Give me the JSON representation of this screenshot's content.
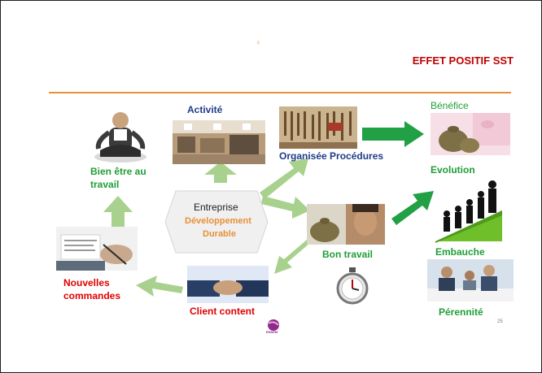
{
  "slide": {
    "title": "EFFET POSITIF SST",
    "top_mark": "c",
    "page_number": "25",
    "logo_text": "ENSEM"
  },
  "center": {
    "line1": "Entreprise",
    "line2": "Développement",
    "line3": "Durable"
  },
  "nodes": {
    "activite": "Activité",
    "organisee": "Organisée Procédures",
    "benefice": "Bénéfice",
    "evolution": "Evolution",
    "embauche": "Embauche",
    "perennite": "Pérennité",
    "bon_travail": "Bon travail",
    "client_content": "Client content",
    "nouvelles_commandes_1": "Nouvelles",
    "nouvelles_commandes_2": "commandes",
    "bien_etre_1": "Bien être au",
    "bien_etre_2": "travail"
  },
  "colors": {
    "title_red": "#c00000",
    "rule_orange": "#e69138",
    "label_green": "#1f9e36",
    "label_blue": "#1f3c88",
    "label_red": "#e00000",
    "arrow_light_green": "#a9d18e",
    "arrow_green": "#22a046"
  },
  "icons": [
    "meditating-man",
    "workshop-photo",
    "tools-wall-photo",
    "money-bags-photo",
    "growth-people-chart",
    "handshake-photo",
    "stopwatch-icon",
    "hands-pen-photo",
    "business-meeting-photo",
    "ensem-logo"
  ]
}
